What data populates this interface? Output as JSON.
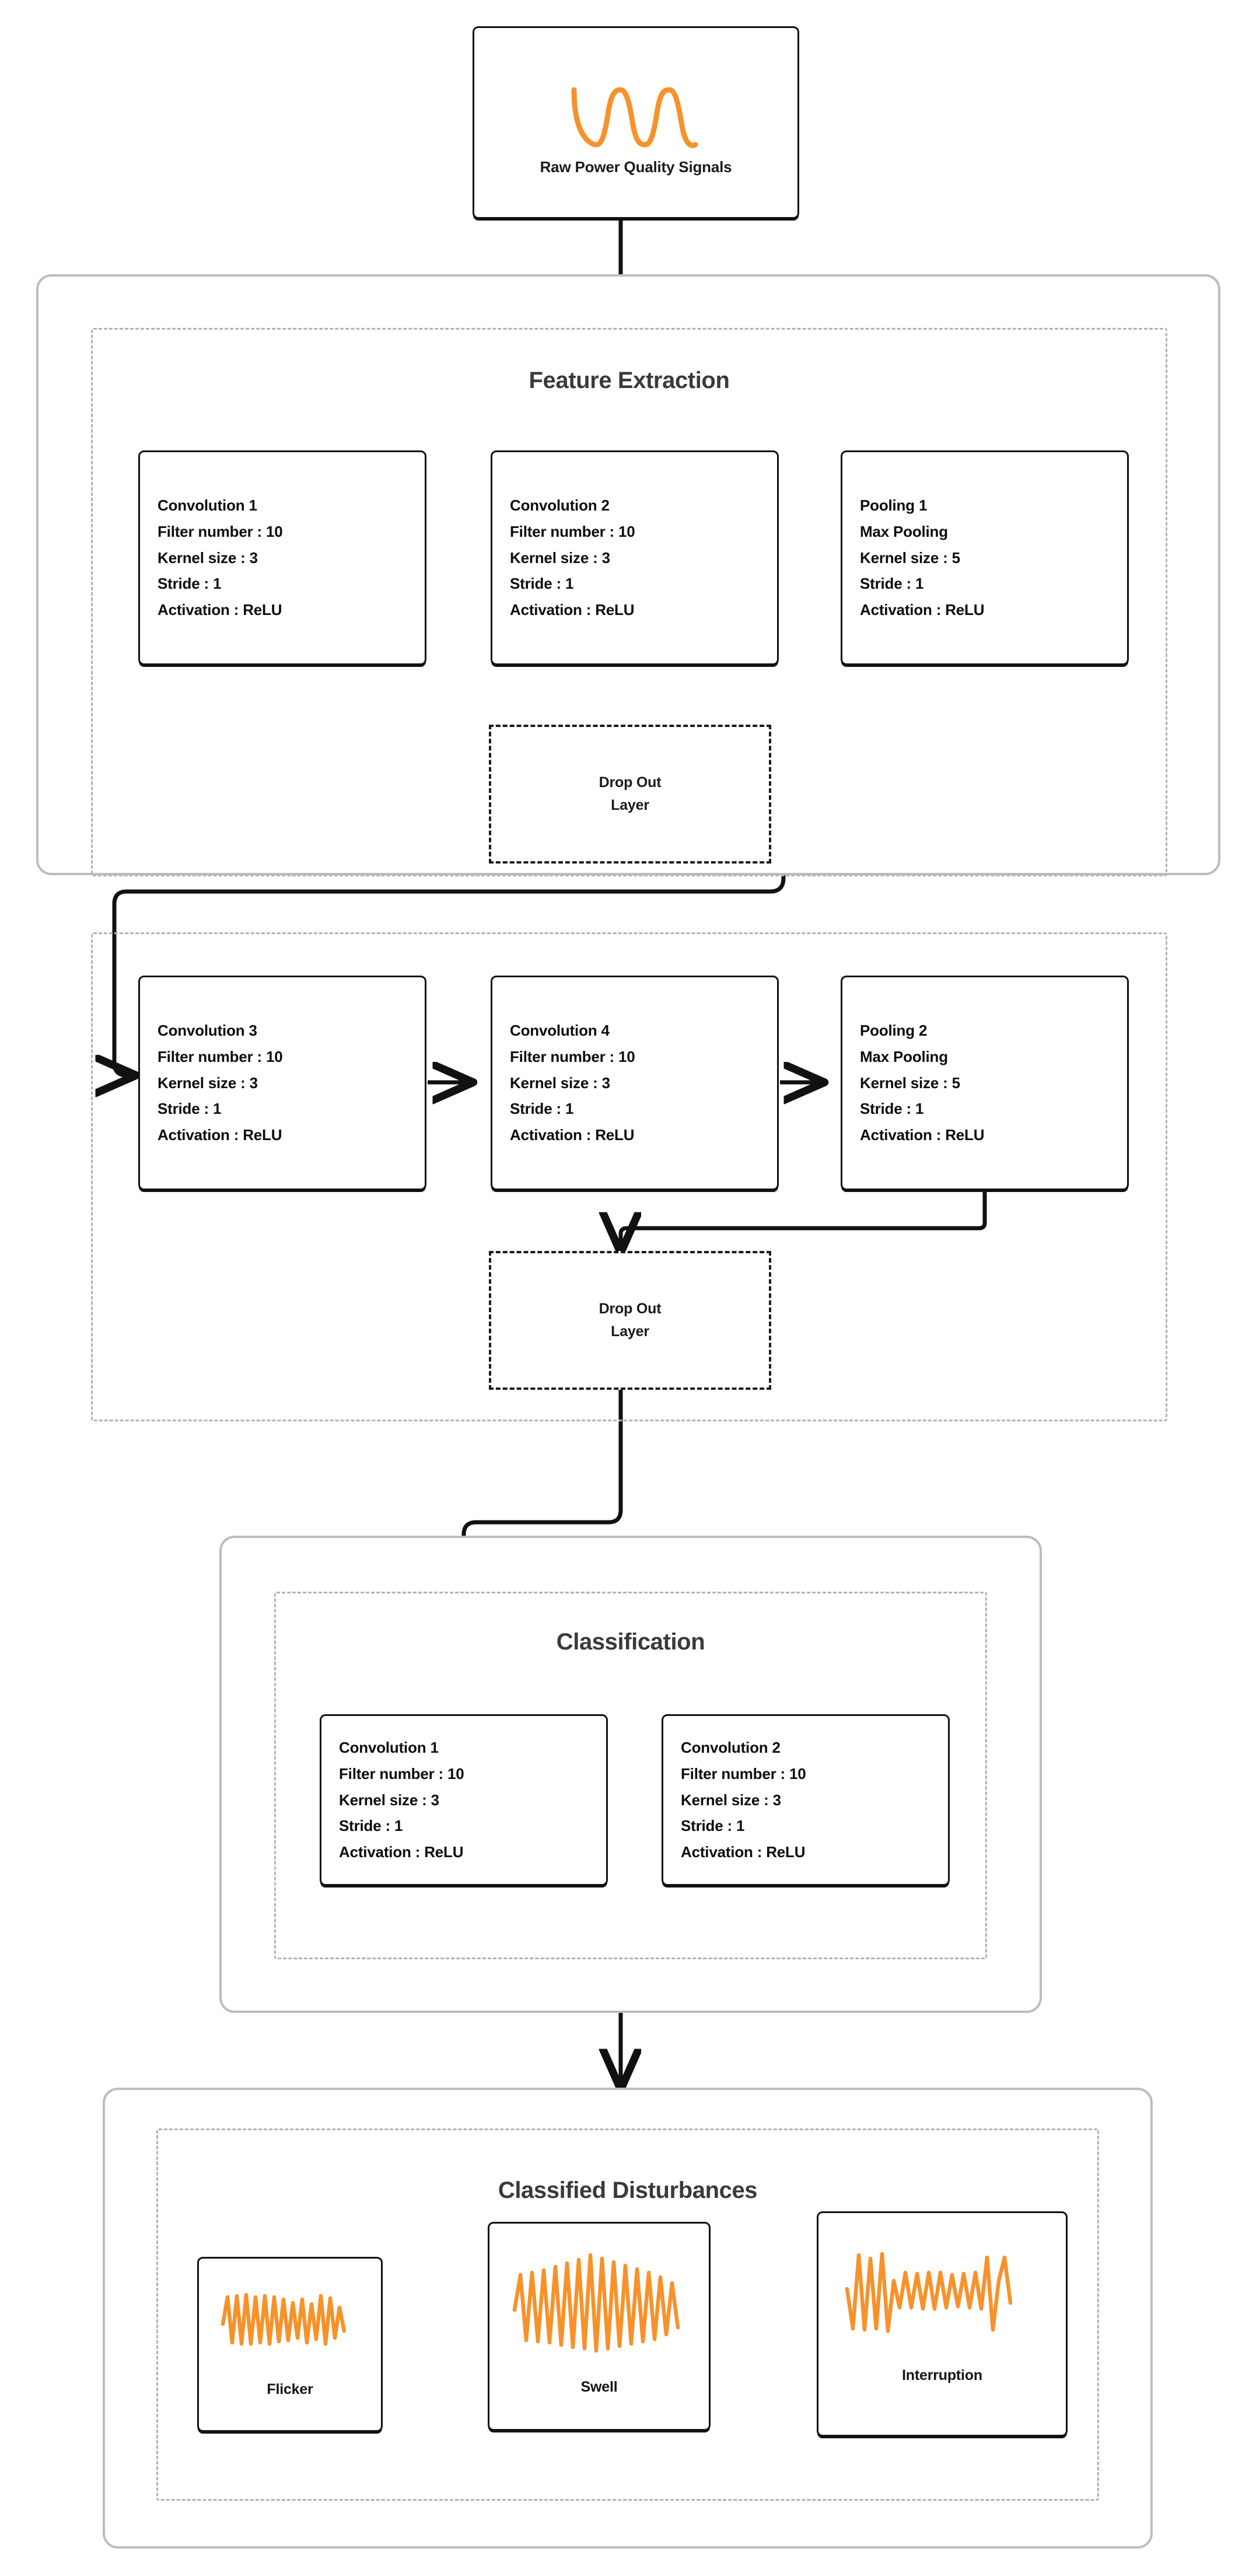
{
  "diagram": {
    "title_note": "CNN architecture for power quality disturbance classification",
    "accent_color": "#F7922B",
    "line_color": "#111111",
    "group_border_color": "#BDBDBD",
    "dashed_group_color": "#B3B3B3"
  },
  "source": {
    "label": "Raw Power Quality Signals",
    "icon": "sine-wave-icon"
  },
  "feature_extraction": {
    "title": "Feature Extraction",
    "stage_1": {
      "nodes": [
        {
          "name": "Convolution 1",
          "lines": [
            "Convolution 1",
            "Filter number : 10",
            "Kernel size : 3",
            "Stride : 1",
            "Activation : ReLU"
          ]
        },
        {
          "name": "Convolution 2",
          "lines": [
            "Convolution 2",
            "Filter number : 10",
            "Kernel size : 3",
            "Stride : 1",
            "Activation : ReLU"
          ]
        },
        {
          "name": "Pooling 1",
          "lines": [
            "Pooling 1",
            "Max Pooling",
            "Kernel size : 5",
            "Stride : 1",
            "Activation : ReLU"
          ]
        }
      ],
      "dropout": {
        "line1": "Drop Out",
        "line2": "Layer"
      }
    },
    "stage_2": {
      "nodes": [
        {
          "name": "Convolution 3",
          "lines": [
            "Convolution 3",
            "Filter number : 10",
            "Kernel size : 3",
            "Stride : 1",
            "Activation : ReLU"
          ]
        },
        {
          "name": "Convolution 4",
          "lines": [
            "Convolution 4",
            "Filter number : 10",
            "Kernel size : 3",
            "Stride : 1",
            "Activation : ReLU"
          ]
        },
        {
          "name": "Pooling 2",
          "lines": [
            "Pooling 2",
            "Max Pooling",
            "Kernel size : 5",
            "Stride : 1",
            "Activation : ReLU"
          ]
        }
      ],
      "dropout": {
        "line1": "Drop Out",
        "line2": "Layer"
      }
    }
  },
  "classification": {
    "title": "Classification",
    "nodes": [
      {
        "name": "Convolution 1",
        "lines": [
          "Convolution 1",
          "Filter number : 10",
          "Kernel size : 3",
          "Stride : 1",
          "Activation : ReLU"
        ]
      },
      {
        "name": "Convolution 2",
        "lines": [
          "Convolution 2",
          "Filter number : 10",
          "Kernel size : 3",
          "Stride : 1",
          "Activation : ReLU"
        ]
      }
    ]
  },
  "classified_disturbances": {
    "title": "Classified Disturbances",
    "cards": [
      {
        "label": "Flicker",
        "icon": "flicker-waveform-icon"
      },
      {
        "label": "Swell",
        "icon": "swell-waveform-icon"
      },
      {
        "label": "Interruption",
        "icon": "interruption-waveform-icon"
      }
    ]
  }
}
